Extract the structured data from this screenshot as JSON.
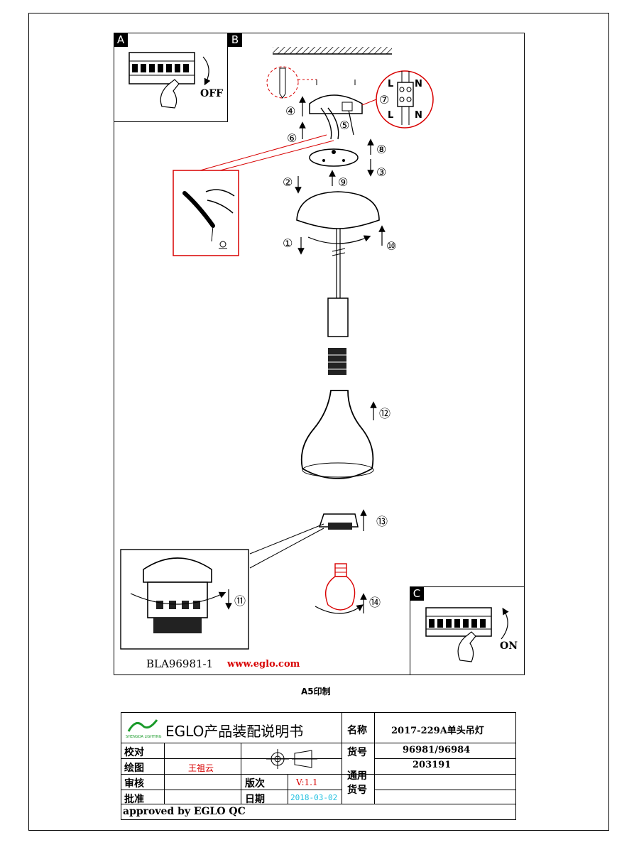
{
  "panels": {
    "a_tag": "A",
    "b_tag": "B",
    "c_tag": "C",
    "a_label": "OFF",
    "c_label": "ON",
    "wire_L": "L",
    "wire_N": "N"
  },
  "steps": [
    "①",
    "②",
    "③",
    "④",
    "⑤",
    "⑥",
    "⑦",
    "⑧",
    "⑨",
    "⑩",
    "⑪",
    "⑫",
    "⑬",
    "⑭"
  ],
  "footer": {
    "drawing_id": "BLA96981-1",
    "website": "www.eglo.com",
    "print_note": "A5印制"
  },
  "title_block": {
    "title": "EGLO产品装配说明书",
    "logo_word": "SHENGDA LIGHTING",
    "name_label": "名称",
    "name_value": "2017-229A单头吊灯",
    "article_label": "货号",
    "article_value_1": "96981/96984",
    "article_value_2": "203191",
    "general_label_1": "通用",
    "general_label_2": "货号",
    "proofread_label": "校对",
    "draw_label": "绘图",
    "draw_value": "王祖云",
    "review_label": "审核",
    "approve_label": "批准",
    "version_label": "版次",
    "version_value": "V:1.1",
    "date_label": "日期",
    "date_value": "2018-03-02",
    "approved": "approved by EGLO QC"
  },
  "colors": {
    "accent_red": "#d80000",
    "date_cyan": "#20c0e0",
    "logo_green": "#1a9a2a"
  }
}
